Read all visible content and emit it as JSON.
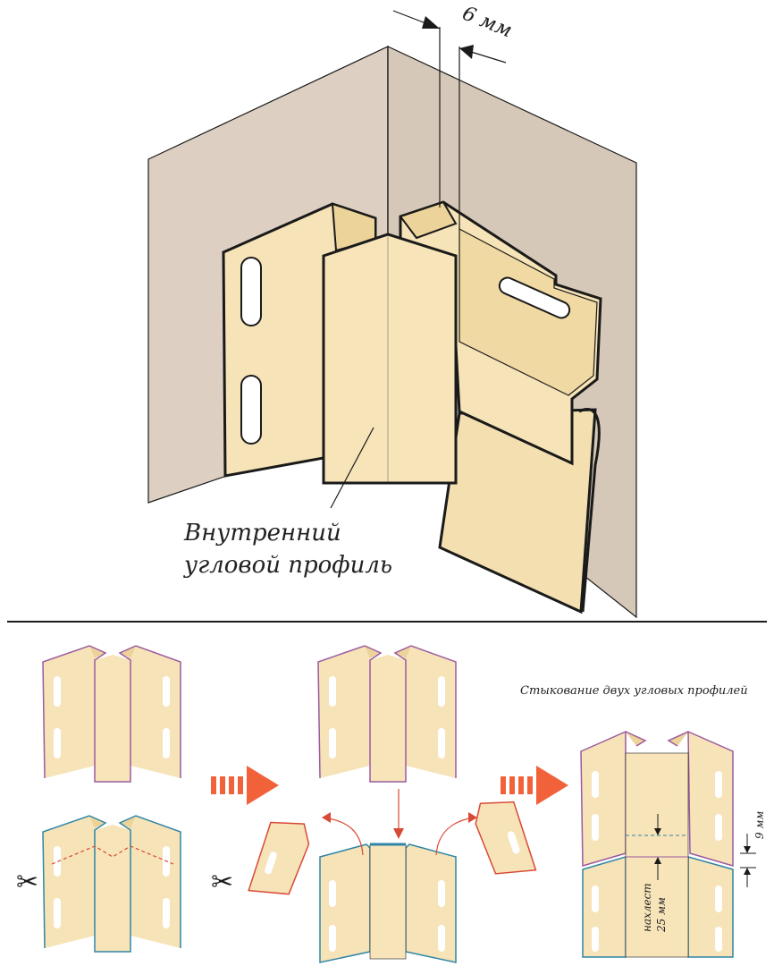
{
  "top": {
    "gap_label": "6 мм",
    "caption_line1": "Внутренний",
    "caption_line2": "угловой профиль"
  },
  "bottom": {
    "joint_title": "Стыкование двух угловых профилей",
    "gap_9mm": "9 мм",
    "overlap_line1": "нахлест",
    "overlap_line2": "25 мм"
  },
  "colors": {
    "wall": "#ddd0c2",
    "profile": "#f6e3b7",
    "profile_shade": "#e9cf98",
    "outline_dark": "#1a1a1a",
    "outline_purple": "#9c5aa0",
    "outline_blue": "#2f86a6",
    "outline_red": "#d94a36",
    "arrow_orange": "#f2623a"
  }
}
